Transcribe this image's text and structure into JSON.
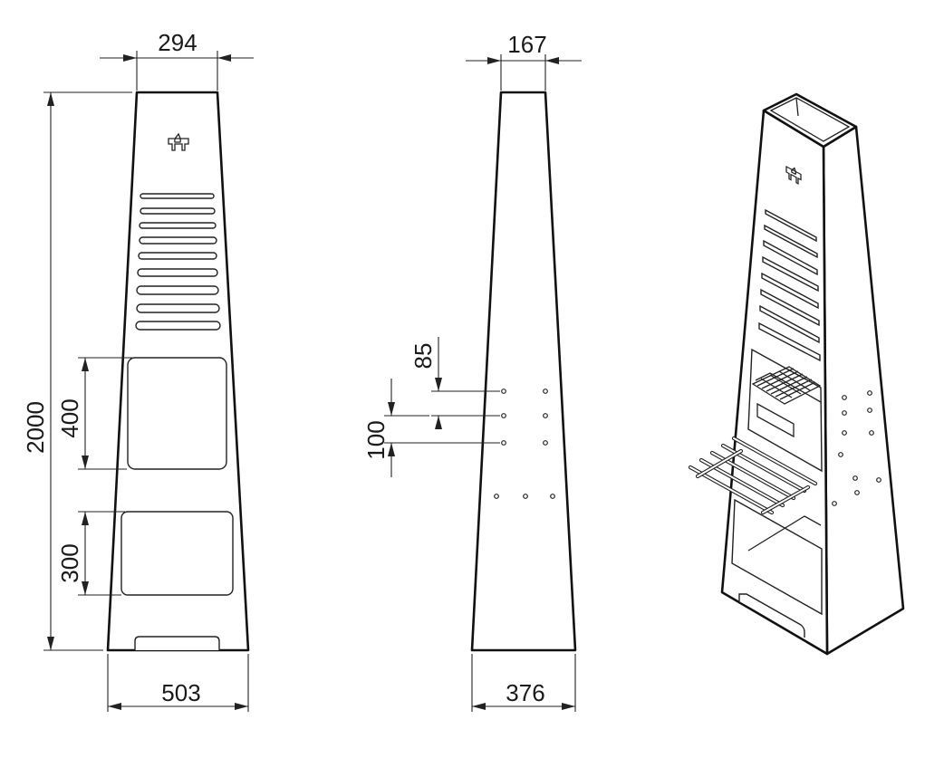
{
  "colors": {
    "line": "#111111",
    "background": "#ffffff"
  },
  "icons": {
    "logo": "flame-logo-icon"
  },
  "front_view": {
    "top_width": "294",
    "bottom_width": "503",
    "total_height": "2000",
    "upper_opening_height": "400",
    "lower_opening_height": "300"
  },
  "side_view": {
    "top_depth": "167",
    "bottom_depth": "376",
    "hole_spacing_top": "85",
    "hole_spacing_bottom": "100"
  }
}
